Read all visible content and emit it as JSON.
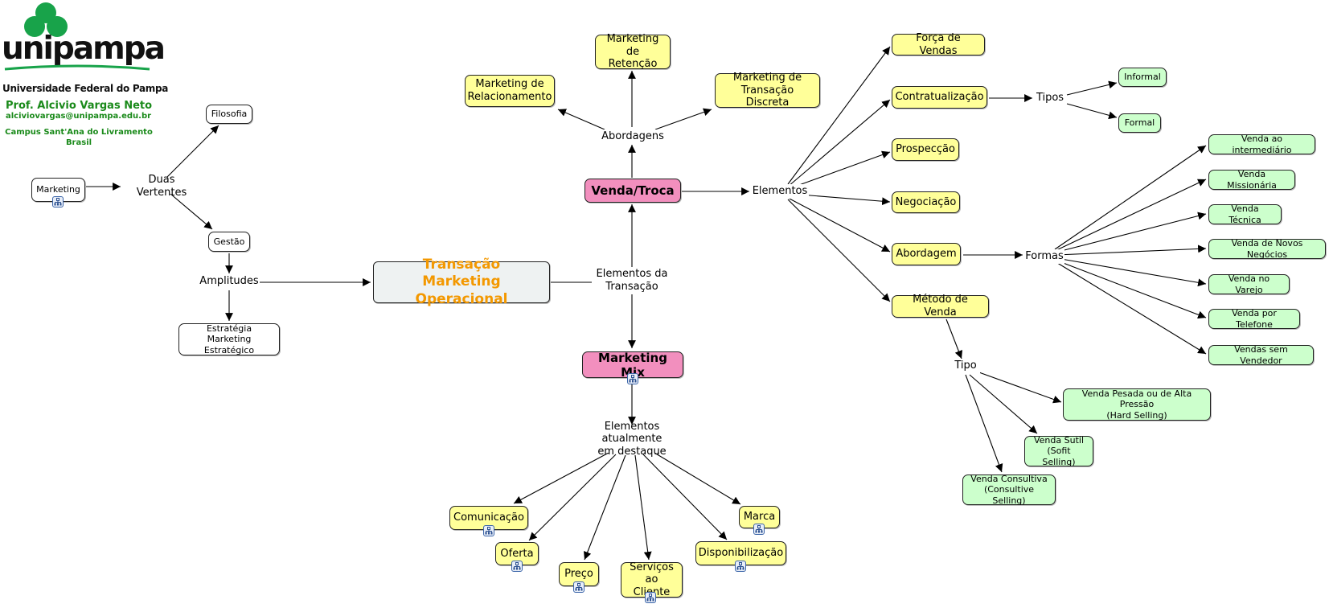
{
  "header": {
    "logo_word": "unipampa",
    "university": "Universidade Federal do Pampa",
    "professor": "Prof. Alcivio Vargas Neto",
    "email": "alciviovargas@unipampa.edu.br",
    "campus": "Campus Sant'Ana do Livramento",
    "country": "Brasil"
  },
  "colors": {
    "logo_green": "#18a34a",
    "central_text": "#f39800",
    "pink": "#f28fbe",
    "yellow": "#ffff99",
    "green": "#ccffcc"
  },
  "nodes": {
    "marketing": "Marketing",
    "duas_vertentes": "Duas Vertentes",
    "filosofia": "Filosofia",
    "gestao": "Gestão",
    "amplitudes": "Amplitudes",
    "estrategia": "Estratégia\nMarketing Estratégico",
    "central": "Transação\nMarketing Operacional",
    "elementos_transacao": "Elementos da\nTransação",
    "venda_troca": "Venda/Troca",
    "abordagens": "Abordagens",
    "mkt_retencao": "Marketing de\nRetenção",
    "mkt_relacionamento": "Marketing de\nRelacionamento",
    "mkt_transacao_discreta": "Marketing de\nTransação Discreta",
    "elementos": "Elementos",
    "forca_vendas": "Força de Vendas",
    "contratualizacao": "Contratualização",
    "tipos": "Tipos",
    "informal": "Informal",
    "formal": "Formal",
    "prospeccao": "Prospecção",
    "negociacao": "Negociação",
    "abordagem": "Abordagem",
    "formas": "Formas",
    "venda_intermediario": "Venda ao intermediário",
    "venda_missionaria": "Venda Missionária",
    "venda_tecnica": "Venda Técnica",
    "venda_novos_negocios": "Venda de Novos Negócios",
    "venda_varejo": "Venda no Varejo",
    "venda_telefone": "Venda por Telefone",
    "vendas_sem_vendedor": "Vendas sem Vendedor",
    "metodo_venda": "Método de Venda",
    "tipo": "Tipo",
    "venda_pesada": "Venda Pesada ou de Alta Pressão\n(Hard Selling)",
    "venda_sutil": "Venda Sutil\n(Sofit Selling)",
    "venda_consultiva": "Venda Consultiva\n(Consultive Selling)",
    "marketing_mix": "Marketing Mix",
    "elementos_destaque": "Elementos atualmente\nem destaque",
    "comunicacao": "Comunicação",
    "oferta": "Oferta",
    "preco": "Preço",
    "servicos_cliente": "Serviços\nao Cliente",
    "disponibilizacao": "Disponibilização",
    "marca": "Marca"
  },
  "submap_icon": "submap-icon"
}
